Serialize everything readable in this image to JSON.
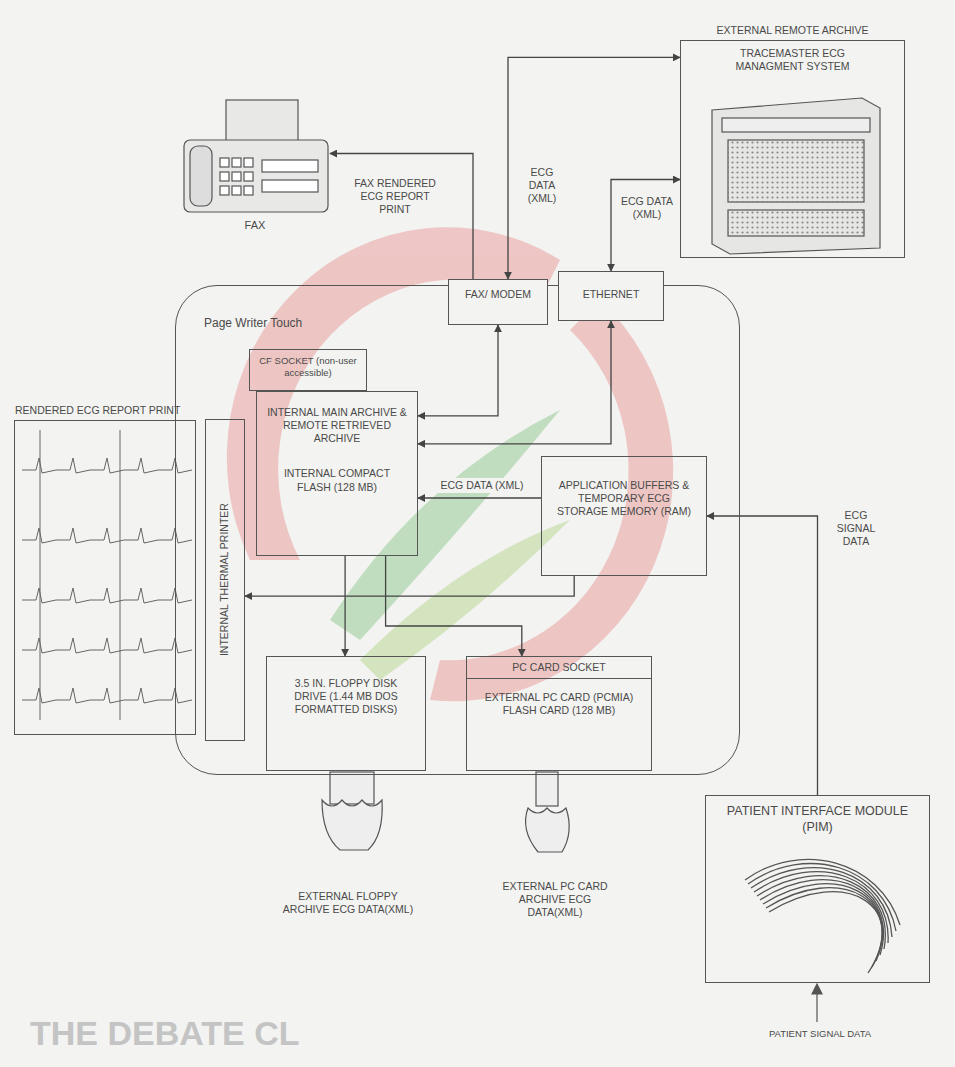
{
  "diagram": {
    "nodes": [
      {
        "text": [
          "FAX"
        ]
      },
      {
        "text": [
          "EXTERNAL REMOTE ARCHIVE",
          "TRACEMASTER ECG MANAGMENT SYSTEM"
        ]
      },
      {
        "text": [
          "Page Writer Touch"
        ]
      },
      {
        "text": [
          "FAX/ MODEM"
        ],
        "in": 2
      },
      {
        "text": [
          "ETHERNET"
        ],
        "in": 2
      },
      {
        "text": [
          "CF SOCKET (non-user accessible)"
        ],
        "in": 2
      },
      {
        "text": [
          "INTERNAL MAIN ARCHIVE & REMOTE RETRIEVED ARCHIVE",
          "INTERNAL COMPACT FLASH (128 MB)"
        ],
        "in": 2
      },
      {
        "text": [
          "APPLICATION BUFFERS & TEMPORARY ECG STORAGE MEMORY (RAM)"
        ],
        "in": 2
      },
      {
        "text": [
          "INTERNAL THERMAL PRINTER"
        ],
        "in": 2
      },
      {
        "text": [
          "3.5 IN. FLOPPY DISK DRIVE (1.44 MB DOS FORMATTED DISKS)"
        ],
        "in": 2
      },
      {
        "text": [
          "PC CARD SOCKET",
          "EXTERNAL PC CARD (PCMIA) FLASH CARD (128 MB)"
        ],
        "in": 2
      },
      {
        "text": [
          "PATIENT INTERFACE MODULE (PIM)"
        ]
      },
      {
        "text": [
          "RENDERED ECG REPORT PRINT"
        ]
      }
    ],
    "edges": [
      {
        "from": 3,
        "to": 0,
        "label": "FAX RENDERED ECG REPORT PRINT",
        "arrow": "to"
      },
      {
        "from": 3,
        "to": 1,
        "label": "ECG DATA (XML)",
        "arrow": "both"
      },
      {
        "from": 4,
        "to": 1,
        "label": "ECG DATA (XML)",
        "arrow": "both"
      },
      {
        "from": 3,
        "to": 6,
        "arrow": "both"
      },
      {
        "from": 4,
        "to": 6,
        "arrow": "both"
      },
      {
        "from": 7,
        "to": 6,
        "label": "ECG DATA (XML)",
        "arrow": "to"
      },
      {
        "from": 7,
        "to": 8,
        "arrow": "to"
      },
      {
        "from": 6,
        "to": 9,
        "arrow": "to"
      },
      {
        "from": 6,
        "to": 10,
        "arrow": "to"
      },
      {
        "from": 11,
        "to": 7,
        "label": "ECG SIGNAL DATA",
        "arrow": "to"
      }
    ],
    "labels": [
      "EXTERNAL FLOPPY ARCHIVE ECG DATA(XML)",
      "EXTERNAL PC CARD ARCHIVE ECG DATA(XML)",
      "PATIENT SIGNAL DATA",
      "THE DEBATE CL"
    ]
  }
}
